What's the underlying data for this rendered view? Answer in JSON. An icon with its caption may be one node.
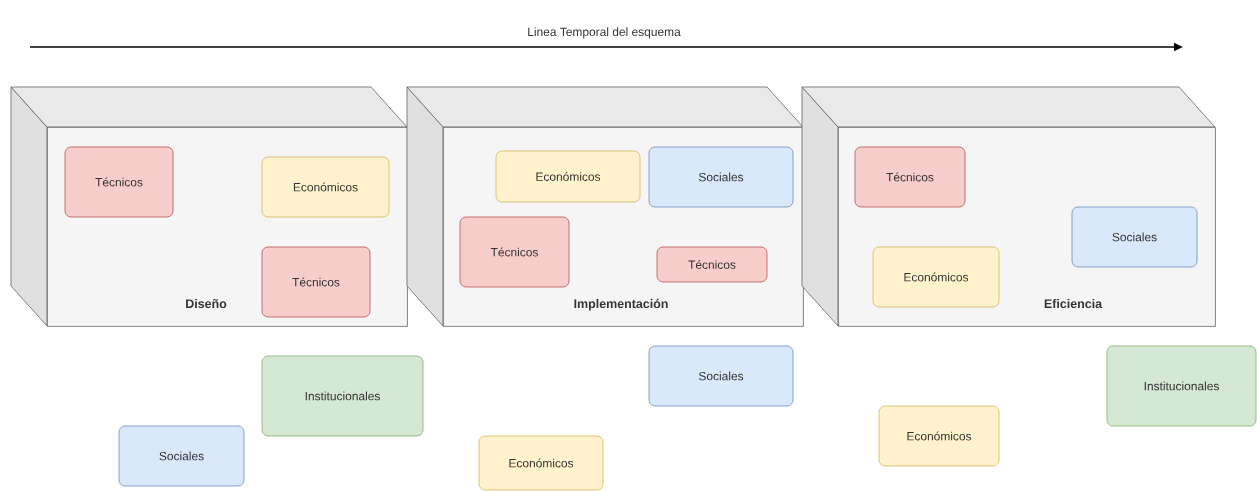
{
  "diagram": {
    "nodes": [
      {
        "text": [
          "Diseño"
        ]
      },
      {
        "text": [
          "Implementación"
        ]
      },
      {
        "text": [
          "Eficiencia"
        ]
      },
      {
        "text": [
          "Técnicos"
        ],
        "in": 0
      },
      {
        "text": [
          "Económicos"
        ],
        "in": 0
      },
      {
        "text": [
          "Técnicos"
        ],
        "in": 0
      },
      {
        "text": [
          "Económicos"
        ],
        "in": 1
      },
      {
        "text": [
          "Sociales"
        ],
        "in": 1
      },
      {
        "text": [
          "Técnicos"
        ],
        "in": 1
      },
      {
        "text": [
          "Técnicos"
        ],
        "in": 1
      },
      {
        "text": [
          "Técnicos"
        ],
        "in": 2
      },
      {
        "text": [
          "Sociales"
        ],
        "in": 2
      },
      {
        "text": [
          "Económicos"
        ],
        "in": 2
      },
      {
        "text": [
          "Sociales"
        ]
      },
      {
        "text": [
          "Institucionales"
        ]
      },
      {
        "text": [
          "Institucionales"
        ]
      },
      {
        "text": [
          "Económicos"
        ]
      },
      {
        "text": [
          "Sociales"
        ]
      },
      {
        "text": [
          "Económicos"
        ]
      }
    ],
    "labels": [
      "Linea Temporal del esquema"
    ]
  }
}
